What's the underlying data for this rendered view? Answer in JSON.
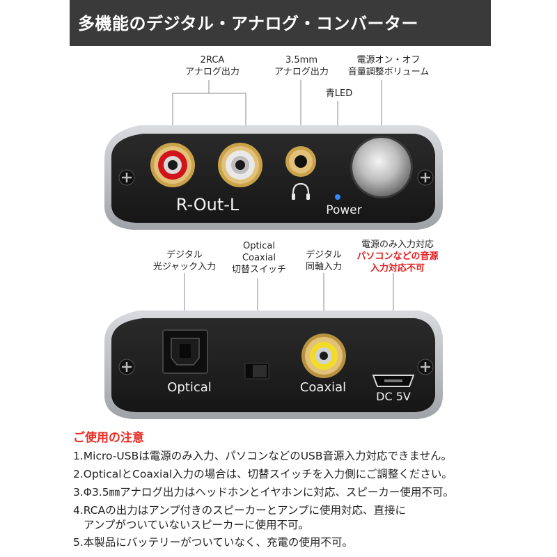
{
  "banner": {
    "title": "多機能のデジタル・アナログ・コンバーター"
  },
  "top_panel": {
    "rca_label_line1": "2RCA",
    "rca_label_line2": "アナログ出力",
    "jack_label_line1": "3.5mm",
    "jack_label_line2": "アナログ出力",
    "power_label_line1": "電源オン・オフ",
    "power_label_line2": "音量調整ボリューム",
    "led_label": "青LED",
    "device_out_text": "R-Out-L",
    "device_power_text": "Power"
  },
  "bottom_panel": {
    "optical_in_line1": "デジタル",
    "optical_in_line2": "光ジャック入力",
    "switch_line1": "Optical",
    "switch_line2": "Coaxial",
    "switch_line3": "切替スイッチ",
    "coax_in_line1": "デジタル",
    "coax_in_line2": "同軸入力",
    "usb_line1": "電源のみ入力対応",
    "usb_line2": "パソコンなどの音源",
    "usb_line3": "入力対応不可",
    "device_optical_text": "Optical",
    "device_coaxial_text": "Coaxial",
    "device_dc_text": "DC 5V"
  },
  "notes": {
    "title": "ご使用の注意",
    "items": [
      "1.Micro-USBは電源のみ入力、パソコンなどのUSB音源入力対応できません。",
      "2.OpticalとCoaxial入力の場合は、切替スイッチを入力側にご調整ください。",
      "3.Φ3.5㎜アナログ出力はヘッドホンとイヤホンに対応、スピーカー使用不可。",
      "4.RCAの出力はアンプ付きのスピーカーとアンプに使用対応、直接に",
      "アンプがついていないスピーカーに使用不可。",
      "5.本製品にバッテリーがついていなく、充電の使用不可。"
    ]
  },
  "colors": {
    "banner_bg": "#3a3a3a",
    "device_face": "#1f1f1f",
    "device_frame": "#b9bcc0",
    "rca_red": "#d1141b",
    "gold": "#c9a24a",
    "led_blue": "#2e8bff",
    "warning_red": "#e31b1b"
  }
}
